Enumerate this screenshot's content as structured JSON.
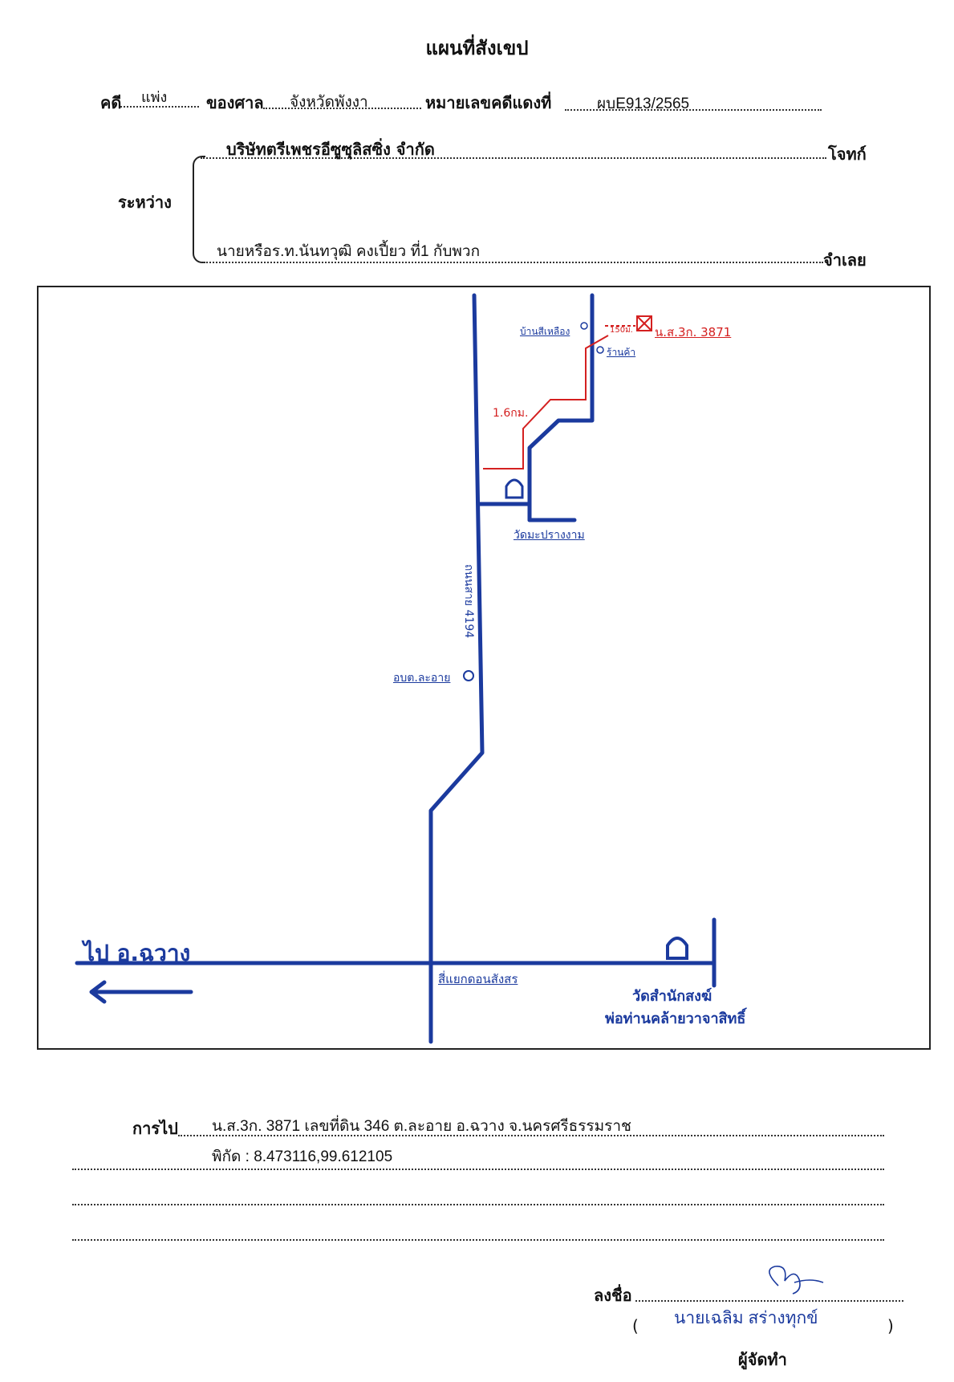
{
  "header": {
    "title": "แผนที่สังเขป"
  },
  "case": {
    "case_label": "คดี",
    "case_type": "แพ่ง",
    "court_label": "ของศาล",
    "court": "จังหวัดพังงา",
    "red_no_label": "หมายเลขคดีแดงที่",
    "red_no": "ผบE913/2565"
  },
  "parties": {
    "between_label": "ระหว่าง",
    "plaintiff": "บริษัทตรีเพชรอีซูซุลิสซิ่ง จำกัด",
    "plaintiff_label": "โจทก์",
    "defendant": "นายหรือร.ท.นันทวุฒิ คงเปี้ยว ที่1 กับพวก",
    "defendant_label": "จำเลย"
  },
  "map": {
    "label_house_yellow": "บ้านสีเหลือง",
    "label_150m": "150ม.",
    "label_plot": "น.ส.3ก. 3871",
    "label_shop": "ร้านค้า",
    "label_1_6km": "1.6กม.",
    "label_temple1": "วัดมะปรางงาม",
    "label_road": "ถนนสาย 4194",
    "label_office": "อบต.ละอาย",
    "label_to": "ไป อ.ฉวาง",
    "label_junction": "สี่แยกดอนสังสร",
    "label_temple2_line1": "วัดสำนักสงฆ์",
    "label_temple2_line2": "พ่อท่านคล้ายวาจาสิทธิ์",
    "colors": {
      "road": "#1b3a9e",
      "route": "#d42020"
    }
  },
  "footer": {
    "go_label": "การไป",
    "go_text": "น.ส.3ก. 3871 เลขที่ดิน 346 ต.ละอาย อ.ฉวาง จ.นครศรีธรรมราช",
    "coord_text": "พิกัด :  8.473116,99.612105",
    "sign_label": "ลงชื่อ",
    "signer_name": "นายเฉลิม  สร่างทุกข์",
    "paren_open": "(",
    "paren_close": ")",
    "role": "ผู้จัดทำ"
  }
}
